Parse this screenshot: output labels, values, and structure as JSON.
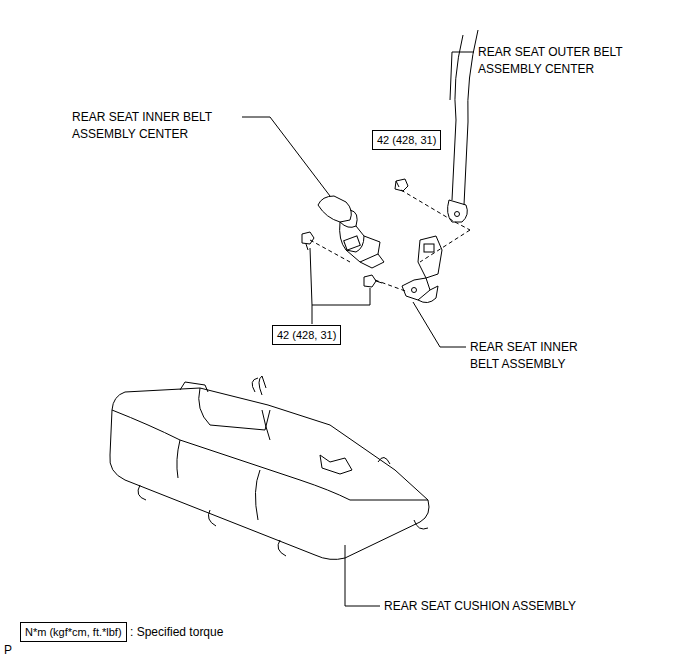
{
  "diagram": {
    "nodes": [
      {
        "text": [
          "42 (428, 31)"
        ]
      },
      {
        "text": [
          "42 (428, 31)"
        ]
      },
      {
        "text": [
          "N*m (kgf*cm, ft.*lbf)"
        ]
      }
    ],
    "labels": [
      "REAR SEAT OUTER BELT ASSEMBLY CENTER",
      "REAR SEAT INNER BELT ASSEMBLY CENTER",
      "REAR SEAT INNER BELT ASSEMBLY",
      "REAR SEAT CUSHION ASSEMBLY",
      ": Specified torque",
      "P"
    ]
  }
}
